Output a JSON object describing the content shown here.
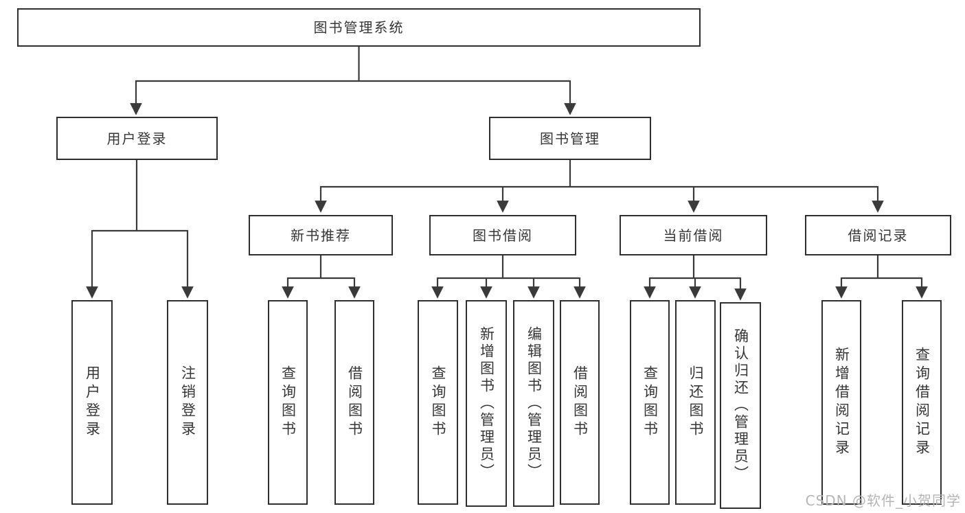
{
  "diagram_type": "hierarchy-tree",
  "tree": {
    "label": "图书管理系统",
    "children": [
      {
        "label": "用户登录",
        "children": [
          {
            "label": "用户登录"
          },
          {
            "label": "注销登录"
          }
        ]
      },
      {
        "label": "图书管理",
        "children": [
          {
            "label": "新书推荐",
            "children": [
              {
                "label": "查询图书"
              },
              {
                "label": "借阅图书"
              }
            ]
          },
          {
            "label": "图书借阅",
            "children": [
              {
                "label": "查询图书"
              },
              {
                "label": "新增图书（管理员）"
              },
              {
                "label": "编辑图书（管理员）"
              },
              {
                "label": "借阅图书"
              }
            ]
          },
          {
            "label": "当前借阅",
            "children": [
              {
                "label": "查询图书"
              },
              {
                "label": "归还图书"
              },
              {
                "label": "确认归还（管理员）"
              }
            ]
          },
          {
            "label": "借阅记录",
            "children": [
              {
                "label": "新增借阅记录"
              },
              {
                "label": "查询借阅记录"
              }
            ]
          }
        ]
      }
    ]
  },
  "watermark": {
    "text": "CSDN @软件_小贺同学"
  },
  "colors": {
    "line": "#3a3a3a",
    "box_border": "#2e2e2e",
    "text": "#363636",
    "watermark": "#b5b5b5",
    "background": "#ffffff"
  }
}
